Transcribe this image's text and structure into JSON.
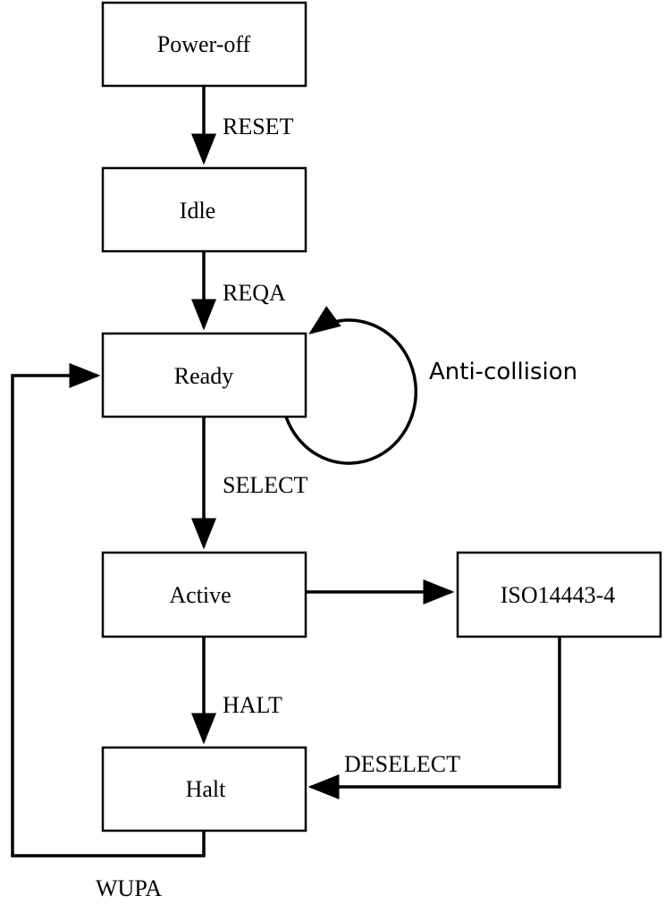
{
  "states": {
    "power_off": "Power-off",
    "idle": "Idle",
    "ready": "Ready",
    "active": "Active",
    "iso": "ISO14443-4",
    "halt": "Halt"
  },
  "transitions": {
    "reset": "RESET",
    "reqa": "REQA",
    "anticollision": "Anti-collision",
    "select": "SELECT",
    "halt": "HALT",
    "deselect": "DESELECT",
    "wupa": "WUPA"
  },
  "colors": {
    "stroke": "#000000",
    "background": "#ffffff"
  }
}
